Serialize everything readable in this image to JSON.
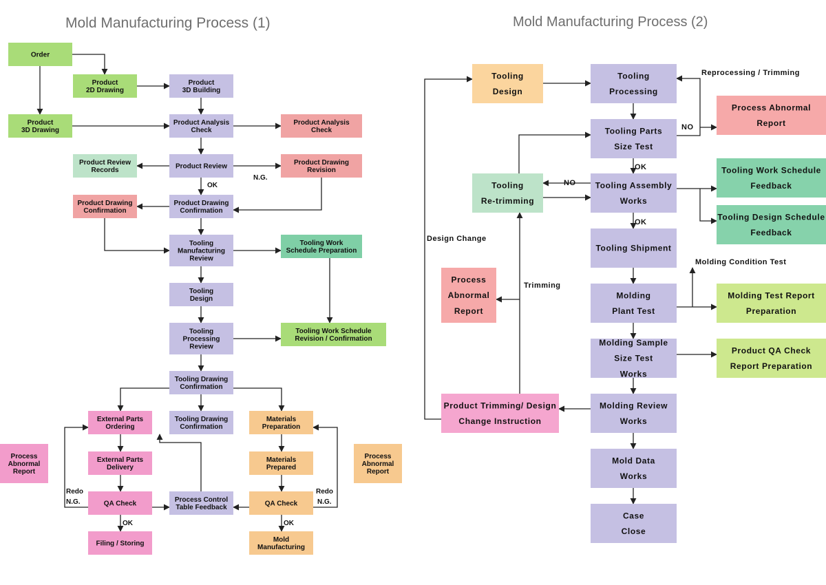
{
  "titles": {
    "left": "Mold Manufacturing Process (1)",
    "right": "Mold Manufacturing Process (2)"
  },
  "colors": {
    "green": "#a9dc78",
    "purple": "#c5c0e3",
    "pink": "#f0a3a3",
    "mint": "#bde3c9",
    "teal": "#7fcfa6",
    "magenta": "#f29ccb",
    "orange": "#f7c98f",
    "peach": "#fbd59e",
    "lightpink": "#f6a9a9",
    "tealmint": "#86d2ab",
    "lime": "#cde88e",
    "rose": "#f5a6cf"
  },
  "diagram1": {
    "nodes": [
      {
        "id": "order",
        "lines": [
          "Order"
        ],
        "color": "green"
      },
      {
        "id": "p2d",
        "lines": [
          "Product",
          "2D Drawing"
        ],
        "color": "green"
      },
      {
        "id": "p3db",
        "lines": [
          "Product",
          "3D Building"
        ],
        "color": "purple"
      },
      {
        "id": "p3d",
        "lines": [
          "Product",
          "3D Drawing"
        ],
        "color": "green"
      },
      {
        "id": "pac",
        "lines": [
          "Product Analysis",
          "Check"
        ],
        "color": "purple"
      },
      {
        "id": "pac2",
        "lines": [
          "Product Analysis",
          "Check"
        ],
        "color": "pink"
      },
      {
        "id": "prr",
        "lines": [
          "Product Review",
          "Records"
        ],
        "color": "mint"
      },
      {
        "id": "pr",
        "lines": [
          "Product Review"
        ],
        "color": "purple"
      },
      {
        "id": "pdrev",
        "lines": [
          "Product Drawing",
          "Revision"
        ],
        "color": "pink"
      },
      {
        "id": "pdc2",
        "lines": [
          "Product Drawing",
          "Confirmation"
        ],
        "color": "pink"
      },
      {
        "id": "pdc",
        "lines": [
          "Product Drawing",
          "Confirmation"
        ],
        "color": "purple"
      },
      {
        "id": "tmr",
        "lines": [
          "Tooling",
          "Manufacturing",
          "Review"
        ],
        "color": "purple"
      },
      {
        "id": "twsp",
        "lines": [
          "Tooling Work",
          "Schedule Preparation"
        ],
        "color": "teal"
      },
      {
        "id": "td",
        "lines": [
          "Tooling",
          "Design"
        ],
        "color": "purple"
      },
      {
        "id": "tpr",
        "lines": [
          "Tooling",
          "Processing",
          "Review"
        ],
        "color": "purple"
      },
      {
        "id": "twsr",
        "lines": [
          "Tooling Work Schedule",
          "Revision / Confirmation"
        ],
        "color": "green"
      },
      {
        "id": "tdc",
        "lines": [
          "Tooling Drawing",
          "Confirmation"
        ],
        "color": "purple"
      },
      {
        "id": "epo",
        "lines": [
          "External Parts",
          "Ordering"
        ],
        "color": "magenta"
      },
      {
        "id": "tdc2",
        "lines": [
          "Tooling Drawing",
          "Confirmation"
        ],
        "color": "purple"
      },
      {
        "id": "mp",
        "lines": [
          "Materials",
          "Preparation"
        ],
        "color": "orange"
      },
      {
        "id": "par1",
        "lines": [
          "Process",
          "Abnormal",
          "Report"
        ],
        "color": "magenta"
      },
      {
        "id": "epd",
        "lines": [
          "External Parts",
          "Delivery"
        ],
        "color": "magenta"
      },
      {
        "id": "mpd",
        "lines": [
          "Materials",
          "Prepared"
        ],
        "color": "orange"
      },
      {
        "id": "par2",
        "lines": [
          "Process",
          "Abnormal",
          "Report"
        ],
        "color": "orange"
      },
      {
        "id": "qa1",
        "lines": [
          "QA Check"
        ],
        "color": "magenta"
      },
      {
        "id": "pctf",
        "lines": [
          "Process Control",
          "Table Feedback"
        ],
        "color": "purple"
      },
      {
        "id": "qa2",
        "lines": [
          "QA Check"
        ],
        "color": "orange"
      },
      {
        "id": "fs",
        "lines": [
          "Filing / Storing"
        ],
        "color": "magenta"
      },
      {
        "id": "mm",
        "lines": [
          "Mold",
          "Manufacturing"
        ],
        "color": "orange"
      }
    ],
    "labels": [
      {
        "id": "ok1",
        "text": "OK"
      },
      {
        "id": "ng1",
        "text": "N.G."
      },
      {
        "id": "redo1",
        "text": "Redo"
      },
      {
        "id": "ng2",
        "text": "N.G."
      },
      {
        "id": "ok2",
        "text": "OK"
      },
      {
        "id": "redo2",
        "text": "Redo"
      },
      {
        "id": "ng3",
        "text": "N.G."
      },
      {
        "id": "ok3",
        "text": "OK"
      }
    ]
  },
  "diagram2": {
    "nodes": [
      {
        "id": "r_td",
        "lines": [
          "Tooling",
          "Design"
        ],
        "color": "peach"
      },
      {
        "id": "r_tp",
        "lines": [
          "Tooling",
          "Processing"
        ],
        "color": "purple"
      },
      {
        "id": "r_par",
        "lines": [
          "Process Abnormal",
          "Report"
        ],
        "color": "lightpink"
      },
      {
        "id": "r_tpst",
        "lines": [
          "Tooling Parts",
          "Size Test"
        ],
        "color": "purple"
      },
      {
        "id": "r_twsf",
        "lines": [
          "Tooling Work Schedule",
          "Feedback"
        ],
        "color": "tealmint"
      },
      {
        "id": "r_trt",
        "lines": [
          "Tooling",
          "Re-trimming"
        ],
        "color": "mint"
      },
      {
        "id": "r_taw",
        "lines": [
          "Tooling Assembly",
          "Works"
        ],
        "color": "purple"
      },
      {
        "id": "r_tdsf",
        "lines": [
          "Tooling Design Schedule",
          "Feedback"
        ],
        "color": "tealmint"
      },
      {
        "id": "r_ts",
        "lines": [
          "Tooling Shipment"
        ],
        "color": "purple"
      },
      {
        "id": "r_par2",
        "lines": [
          "Process",
          "Abnormal",
          "Report"
        ],
        "color": "lightpink"
      },
      {
        "id": "r_mpt",
        "lines": [
          "Molding",
          "Plant Test"
        ],
        "color": "purple"
      },
      {
        "id": "r_mtrp",
        "lines": [
          "Molding Test Report",
          "Preparation"
        ],
        "color": "lime"
      },
      {
        "id": "r_msst",
        "lines": [
          "Molding Sample",
          "Size Test",
          "Works"
        ],
        "color": "purple"
      },
      {
        "id": "r_pqa",
        "lines": [
          "Product QA Check",
          "Report Preparation"
        ],
        "color": "lime"
      },
      {
        "id": "r_ptdc",
        "lines": [
          "Product Trimming/ Design",
          "Change Instruction"
        ],
        "color": "rose"
      },
      {
        "id": "r_mrw",
        "lines": [
          "Molding Review",
          "Works"
        ],
        "color": "purple"
      },
      {
        "id": "r_mdw",
        "lines": [
          "Mold Data",
          "Works"
        ],
        "color": "purple"
      },
      {
        "id": "r_cc",
        "lines": [
          "Case",
          "Close"
        ],
        "color": "purple"
      }
    ],
    "labels": [
      {
        "id": "r_reproc",
        "text": "Reprocessing / Trimming"
      },
      {
        "id": "r_no1",
        "text": "NO"
      },
      {
        "id": "r_ok1",
        "text": "OK"
      },
      {
        "id": "r_no2",
        "text": "NO"
      },
      {
        "id": "r_ok2",
        "text": "OK"
      },
      {
        "id": "r_dc",
        "text": "Design Change"
      },
      {
        "id": "r_mct",
        "text": "Molding Condition Test"
      },
      {
        "id": "r_trim",
        "text": "Trimming"
      }
    ]
  }
}
